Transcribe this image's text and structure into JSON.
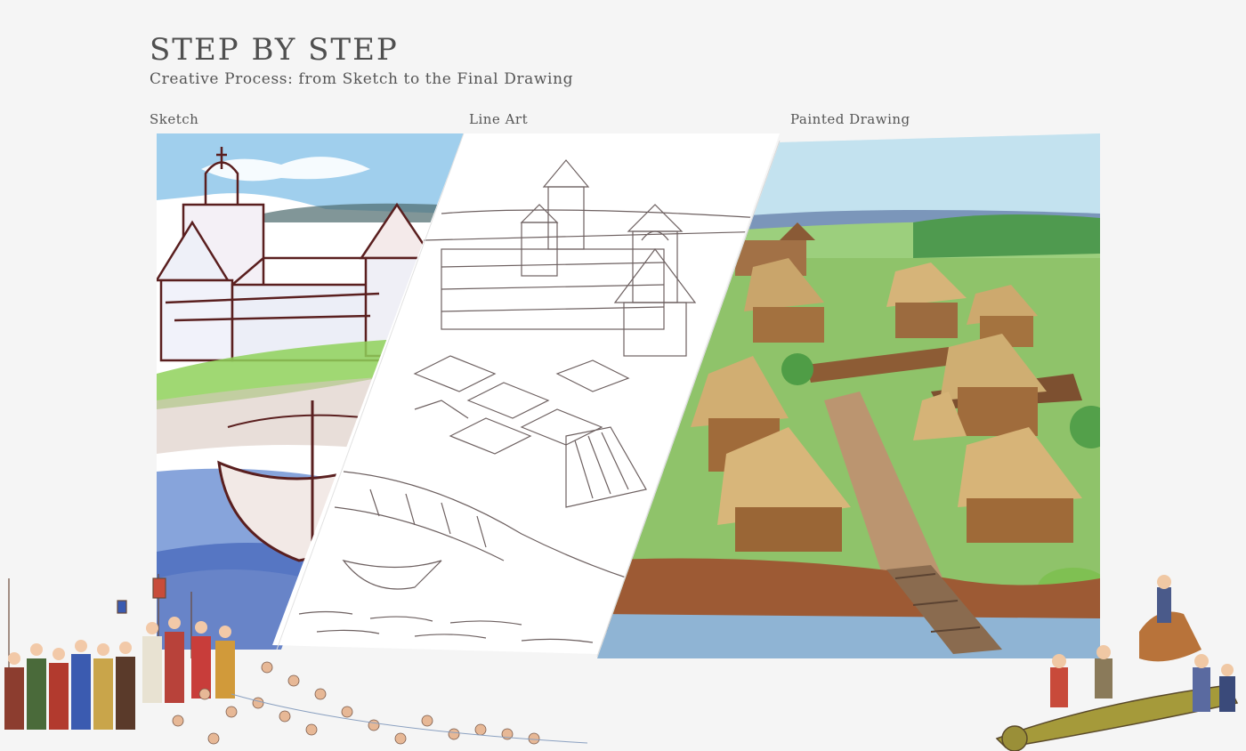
{
  "header": {
    "title": "STEP BY STEP",
    "subtitle": "Creative Process: from Sketch to the Final Drawing"
  },
  "stages": [
    {
      "label": "Sketch"
    },
    {
      "label": "Line Art"
    },
    {
      "label": "Painted Drawing"
    }
  ],
  "colors": {
    "background": "#f5f5f5",
    "sky": "#bfe0ee",
    "grass": "#8ec86a",
    "water": "#6f8fc9",
    "wood": "#a9784a",
    "thatch": "#cfae72",
    "ink": "#5a2a2a"
  }
}
